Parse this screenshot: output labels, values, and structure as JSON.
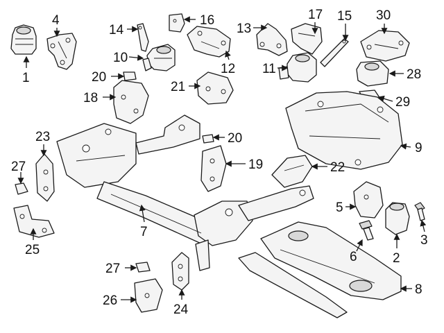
{
  "diagram": {
    "callouts": [
      {
        "id": "c1",
        "label": "1"
      },
      {
        "id": "c2",
        "label": "2"
      },
      {
        "id": "c3",
        "label": "3"
      },
      {
        "id": "c4",
        "label": "4"
      },
      {
        "id": "c5",
        "label": "5"
      },
      {
        "id": "c6",
        "label": "6"
      },
      {
        "id": "c7",
        "label": "7"
      },
      {
        "id": "c8",
        "label": "8"
      },
      {
        "id": "c9",
        "label": "9"
      },
      {
        "id": "c10",
        "label": "10"
      },
      {
        "id": "c11",
        "label": "11"
      },
      {
        "id": "c12",
        "label": "12"
      },
      {
        "id": "c13",
        "label": "13"
      },
      {
        "id": "c14",
        "label": "14"
      },
      {
        "id": "c15",
        "label": "15"
      },
      {
        "id": "c16",
        "label": "16"
      },
      {
        "id": "c17",
        "label": "17"
      },
      {
        "id": "c18",
        "label": "18"
      },
      {
        "id": "c19",
        "label": "19"
      },
      {
        "id": "c20a",
        "label": "20"
      },
      {
        "id": "c20b",
        "label": "20"
      },
      {
        "id": "c21",
        "label": "21"
      },
      {
        "id": "c22",
        "label": "22"
      },
      {
        "id": "c23",
        "label": "23"
      },
      {
        "id": "c24",
        "label": "24"
      },
      {
        "id": "c25",
        "label": "25"
      },
      {
        "id": "c26",
        "label": "26"
      },
      {
        "id": "c27a",
        "label": "27"
      },
      {
        "id": "c27b",
        "label": "27"
      },
      {
        "id": "c28",
        "label": "28"
      },
      {
        "id": "c29",
        "label": "29"
      },
      {
        "id": "c30",
        "label": "30"
      }
    ]
  }
}
